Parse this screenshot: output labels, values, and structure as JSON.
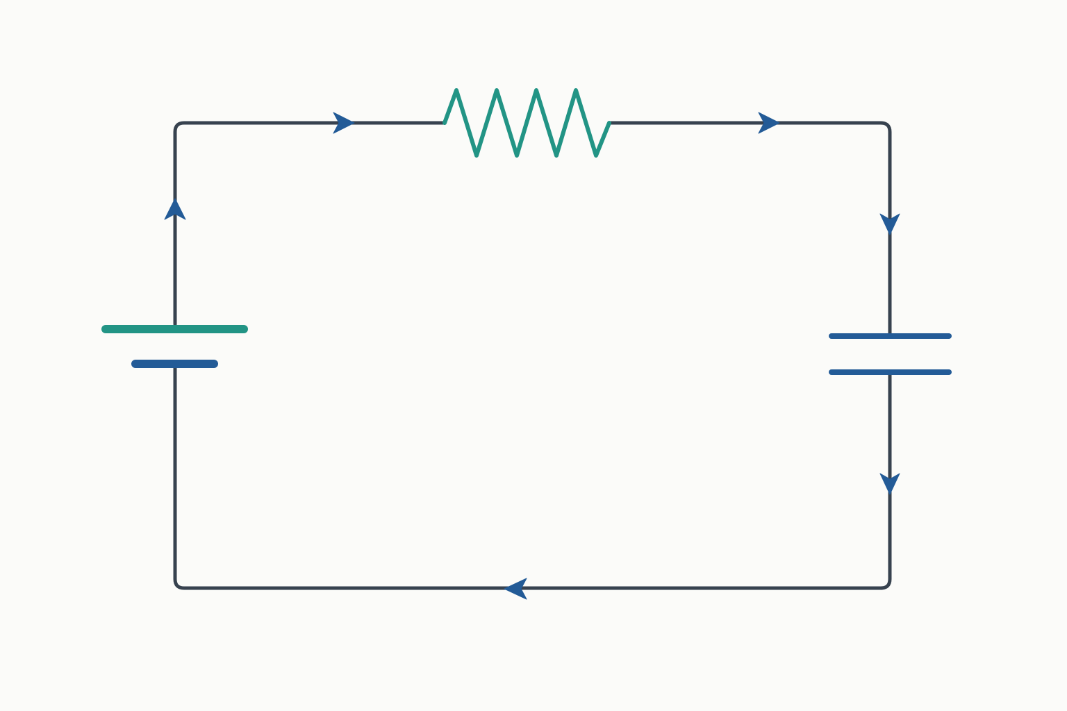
{
  "diagram": {
    "components": [
      {
        "id": "battery",
        "icon": "battery-icon",
        "label": ""
      },
      {
        "id": "resistor",
        "icon": "resistor-icon",
        "label": ""
      },
      {
        "id": "capacitor",
        "icon": "capacitor-icon",
        "label": ""
      }
    ],
    "current_direction": "clockwise",
    "arrow_count": 6
  },
  "colors": {
    "background": "#fbfbf9",
    "wire": "#37424f",
    "battery_positive_plate": "#229485",
    "battery_negative_plate": "#235b97",
    "resistor": "#229485",
    "capacitor": "#235b97",
    "arrows": "#235b97"
  }
}
